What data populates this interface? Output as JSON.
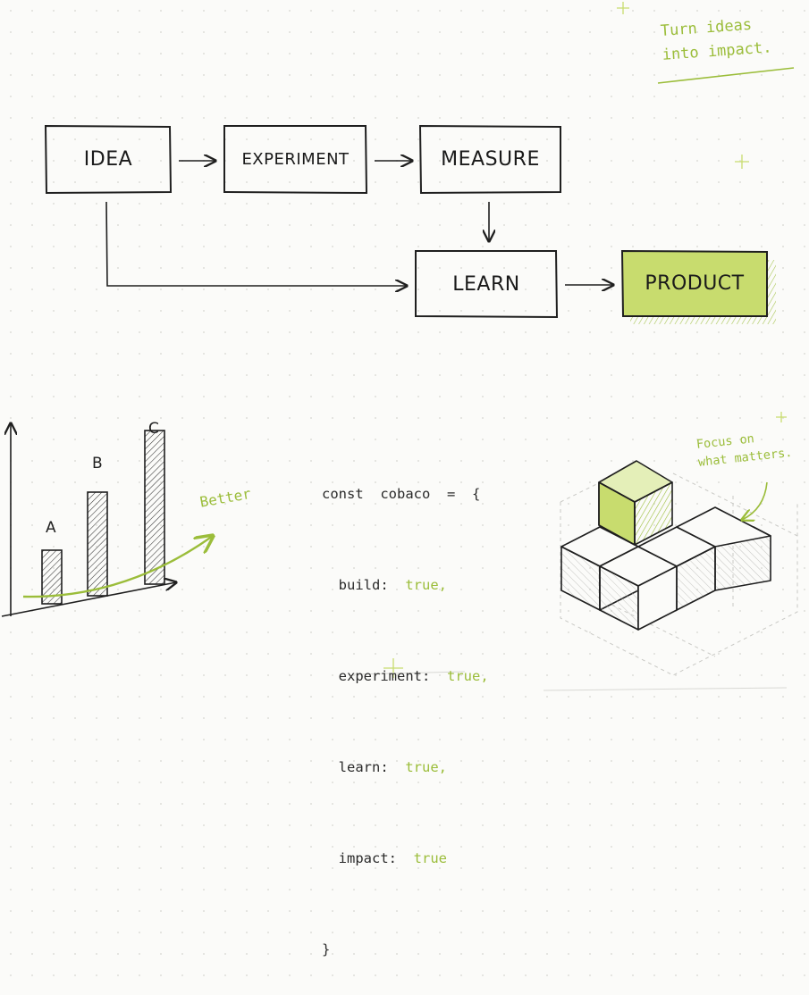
{
  "tagline": [
    "Turn ideas",
    "into impact."
  ],
  "flow": {
    "idea": "IDEA",
    "experiment": "EXPERIMENT",
    "measure": "MEASURE",
    "learn": "LEARN",
    "product": "PRODUCT"
  },
  "chart_data": {
    "type": "bar",
    "categories": [
      "A",
      "B",
      "C"
    ],
    "values": [
      1,
      2,
      3
    ],
    "annotations": [
      "Better"
    ],
    "title": "",
    "xlabel": "",
    "ylabel": ""
  },
  "code": {
    "open": "const  cobaco  =  {",
    "fields": [
      {
        "key": "build:",
        "value": "true,"
      },
      {
        "key": "experiment:",
        "value": "true,"
      },
      {
        "key": "learn:",
        "value": "true,"
      },
      {
        "key": "impact:",
        "value": "true"
      }
    ],
    "close": "}"
  },
  "focus_note": [
    "Focus on",
    "what matters."
  ],
  "colors": {
    "accent": "#9bbd3a",
    "accent_fill": "#c8dc6e",
    "ink": "#1f1f1f"
  }
}
